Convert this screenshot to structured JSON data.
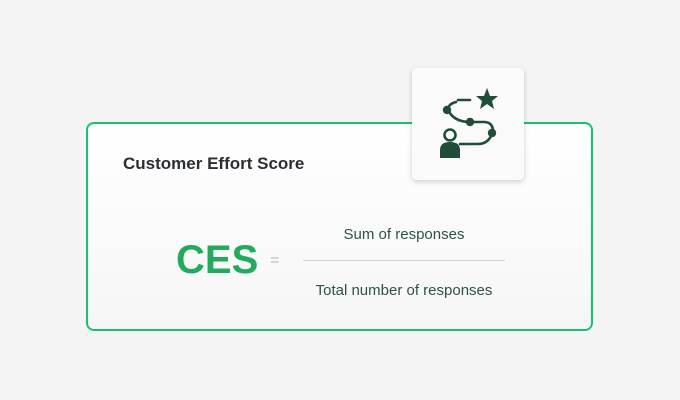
{
  "card": {
    "title": "Customer Effort Score",
    "formula": {
      "lhs": "CES",
      "operator": "=",
      "numerator": "Sum of responses",
      "denominator": "Total number of responses"
    }
  },
  "icon": {
    "name": "customer-journey-icon"
  },
  "colors": {
    "accent_green": "#17c26e",
    "ces_green": "#22ab5b",
    "icon_dark_green": "#1f4d38",
    "text_dark": "#2b2f33",
    "formula_text": "#2d5443"
  }
}
